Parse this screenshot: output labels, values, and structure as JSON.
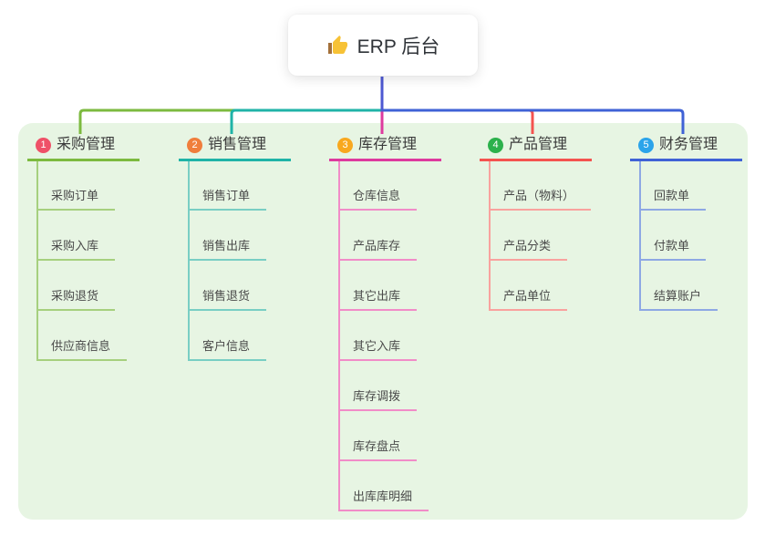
{
  "root": {
    "label": "ERP 后台",
    "icon": "thumbs-up-icon",
    "icon_colors": {
      "hand": "#f7c236",
      "cuff": "#a4703a"
    },
    "line_color": "#4d58d2"
  },
  "panel": {
    "bg": "#e7f5e3"
  },
  "branches": [
    {
      "badge": "1",
      "label": "采购管理",
      "badge_color": "#ef5168",
      "line_color": "#7cba3f",
      "child_line_color": "#a6d07e",
      "children": [
        "采购订单",
        "采购入库",
        "采购退货",
        "供应商信息"
      ]
    },
    {
      "badge": "2",
      "label": "销售管理",
      "badge_color": "#f07e3c",
      "line_color": "#1fb3a7",
      "child_line_color": "#79cec4",
      "children": [
        "销售订单",
        "销售出库",
        "销售退货",
        "客户信息"
      ]
    },
    {
      "badge": "3",
      "label": "库存管理",
      "badge_color": "#f8a81f",
      "line_color": "#de3a9e",
      "child_line_color": "#f18cc8",
      "children": [
        "仓库信息",
        "产品库存",
        "其它出库",
        "其它入库",
        "库存调拨",
        "库存盘点",
        "出库库明细"
      ]
    },
    {
      "badge": "4",
      "label": "产品管理",
      "badge_color": "#2cb14c",
      "line_color": "#f4534f",
      "child_line_color": "#f9a29e",
      "children": [
        "产品（物料）",
        "产品分类",
        "产品单位"
      ]
    },
    {
      "badge": "5",
      "label": "财务管理",
      "badge_color": "#2ba4ea",
      "line_color": "#3f62d6",
      "child_line_color": "#8ea8e4",
      "children": [
        "回款单",
        "付款单",
        "结算账户"
      ]
    }
  ]
}
